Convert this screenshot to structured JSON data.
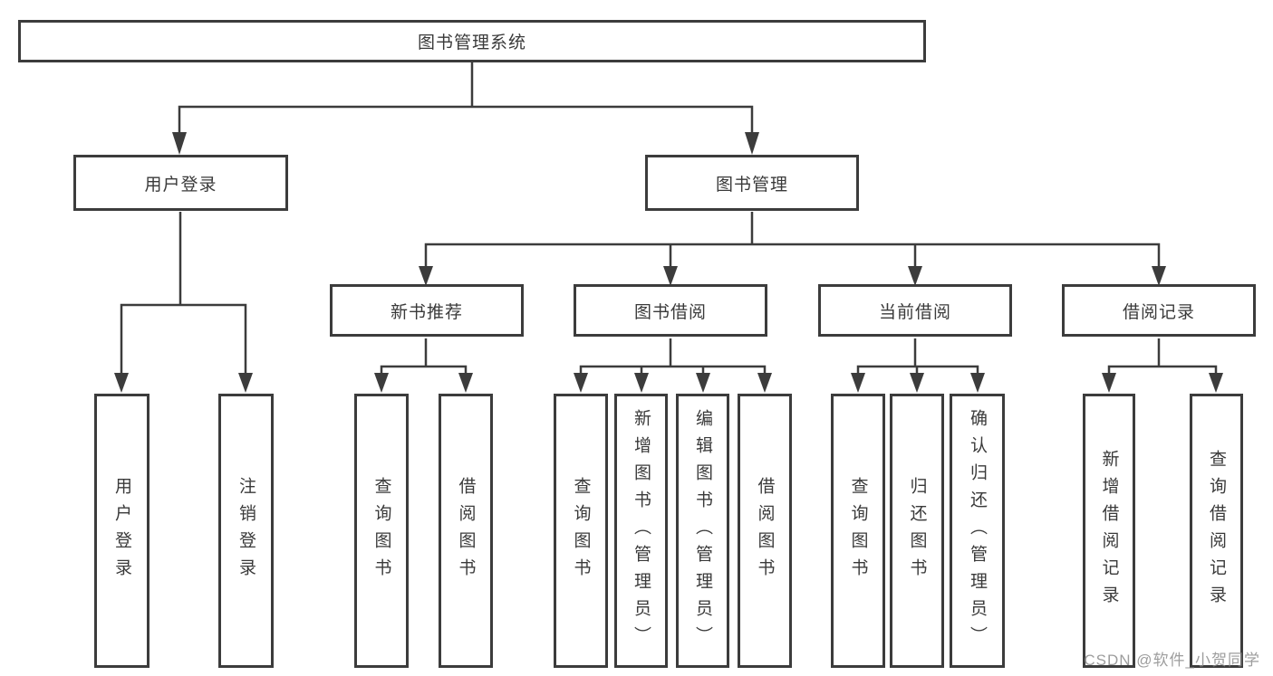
{
  "diagram": {
    "root": {
      "label": "图书管理系统"
    },
    "user_login": {
      "label": "用户登录",
      "children": [
        {
          "label": "用户登录"
        },
        {
          "label": "注销登录"
        }
      ]
    },
    "book_mgmt": {
      "label": "图书管理",
      "children": [
        {
          "label": "新书推荐",
          "children": [
            {
              "label": "查询图书"
            },
            {
              "label": "借阅图书"
            }
          ]
        },
        {
          "label": "图书借阅",
          "children": [
            {
              "label": "查询图书"
            },
            {
              "label": "新增图书（管理员）"
            },
            {
              "label": "编辑图书（管理员）"
            },
            {
              "label": "借阅图书"
            }
          ]
        },
        {
          "label": "当前借阅",
          "children": [
            {
              "label": "查询图书"
            },
            {
              "label": "归还图书"
            },
            {
              "label": "确认归还（管理员）"
            }
          ]
        },
        {
          "label": "借阅记录",
          "children": [
            {
              "label": "新增借阅记录"
            },
            {
              "label": "查询借阅记录"
            }
          ]
        }
      ]
    }
  },
  "watermark": {
    "text": "CSDN @软件_小贺同学"
  },
  "colors": {
    "border": "#3c3c3c",
    "line": "#3c3c3c",
    "text": "#3a3a3a",
    "background": "#ffffff",
    "watermark": "#8c8c8c"
  }
}
